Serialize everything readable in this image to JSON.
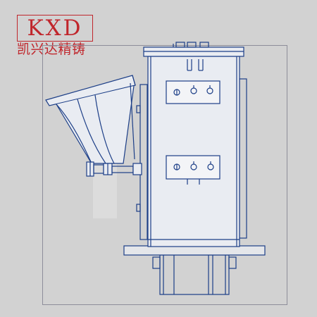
{
  "brand": {
    "name": "KXD",
    "tagline": "凯兴达精铸",
    "color": "#c0262c"
  },
  "drawing": {
    "line_color": "#1c3e87",
    "panel_fill": "#e9ecf2",
    "background": "#d2d2d2",
    "icons": [
      "logo-box",
      "bolt-plate-icon",
      "hopper-icon",
      "flange-icon"
    ]
  }
}
